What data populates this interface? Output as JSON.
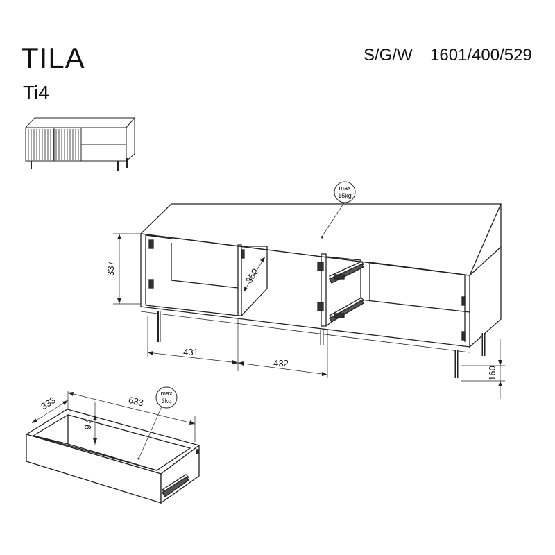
{
  "header": {
    "product_name": "TILA",
    "model_code": "Ti4",
    "finish_code": "S/G/W",
    "overall_dimensions": "1601/400/529"
  },
  "cabinet": {
    "top_load": {
      "line1": "max",
      "line2": "15kg"
    },
    "height_inner": "337",
    "depth_inner": "350",
    "width_left": "431",
    "width_middle": "432",
    "leg_height": "160"
  },
  "drawer": {
    "depth": "333",
    "width": "633",
    "height": "97",
    "load": {
      "line1": "max",
      "line2": "3kg"
    }
  }
}
